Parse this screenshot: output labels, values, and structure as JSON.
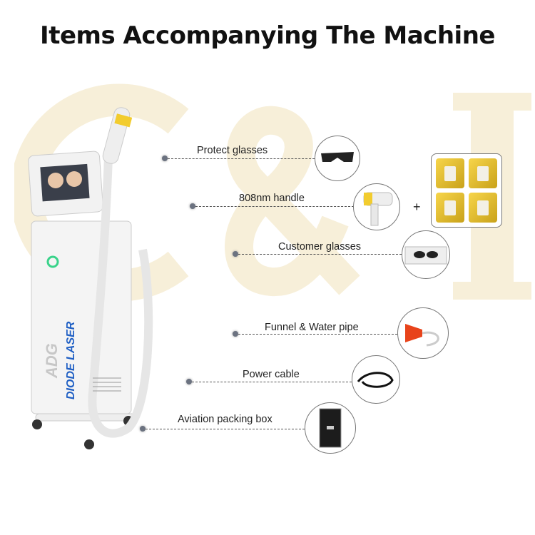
{
  "title": "Items Accompanying The Machine",
  "watermark": "C&I",
  "machine": {
    "brand": "ADG",
    "label": "DIODE LASER"
  },
  "items": [
    {
      "label": "Protect glasses",
      "icon": "protect-glasses"
    },
    {
      "label": "808nm handle",
      "icon": "laser-handle"
    },
    {
      "label": "Customer glasses",
      "icon": "customer-glasses"
    },
    {
      "label": "Funnel & Water pipe",
      "icon": "funnel-water-pipe"
    },
    {
      "label": "Power cable",
      "icon": "power-cable"
    },
    {
      "label": "Aviation packing box",
      "icon": "packing-box"
    }
  ],
  "plus": "+",
  "colors": {
    "accent_blue": "#1f5fc4",
    "tip_yellow": "#f2cc2e",
    "watermark": "#f7efd9"
  }
}
